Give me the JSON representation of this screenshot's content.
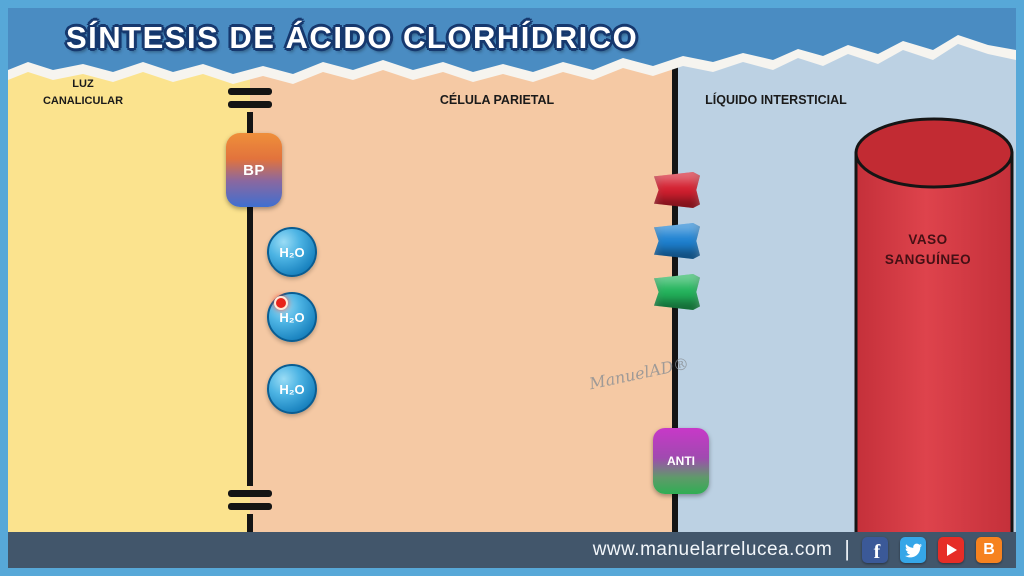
{
  "header": {
    "title": "SÍNTESIS DE ÁCIDO CLORHÍDRICO",
    "bg": "#4a8cc2"
  },
  "regions": {
    "luz": {
      "line1": "LUZ",
      "line2": "CANALICULAR",
      "bg": "#fbe38e"
    },
    "parietal": {
      "label": "CÉLULA PARIETAL",
      "bg": "#f5c9a4"
    },
    "intersticial": {
      "label": "LÍQUIDO INTERSTICIAL",
      "bg": "#bcd1e3"
    }
  },
  "vessel": {
    "line1": "VASO",
    "line2": "SANGUÍNEO",
    "body_color": "#d8363e",
    "top_color": "#c22b33"
  },
  "molecules": {
    "bp": {
      "label": "BP"
    },
    "water": [
      {
        "label": "H₂O"
      },
      {
        "label": "H₂O"
      },
      {
        "label": "H₂O"
      }
    ],
    "anti": {
      "label": "ANTI"
    }
  },
  "transporters": [
    {
      "name": "transporter-red",
      "color": "#d31f2f"
    },
    {
      "name": "transporter-blue",
      "color": "#1e82d2"
    },
    {
      "name": "transporter-green",
      "color": "#23b45c"
    }
  ],
  "signature": {
    "text": "ManuelAD®"
  },
  "footer": {
    "bg": "#42566b",
    "website": "www.manuelarrelucea.com",
    "divider": "|",
    "social": [
      {
        "name": "facebook-icon",
        "glyph": "f",
        "color": "#3b5998"
      },
      {
        "name": "twitter-icon",
        "glyph": "",
        "color": "#35a6e8"
      },
      {
        "name": "youtube-icon",
        "glyph": "",
        "color": "#e62d27"
      },
      {
        "name": "blogger-icon",
        "glyph": "B",
        "color": "#f6821f"
      }
    ]
  }
}
